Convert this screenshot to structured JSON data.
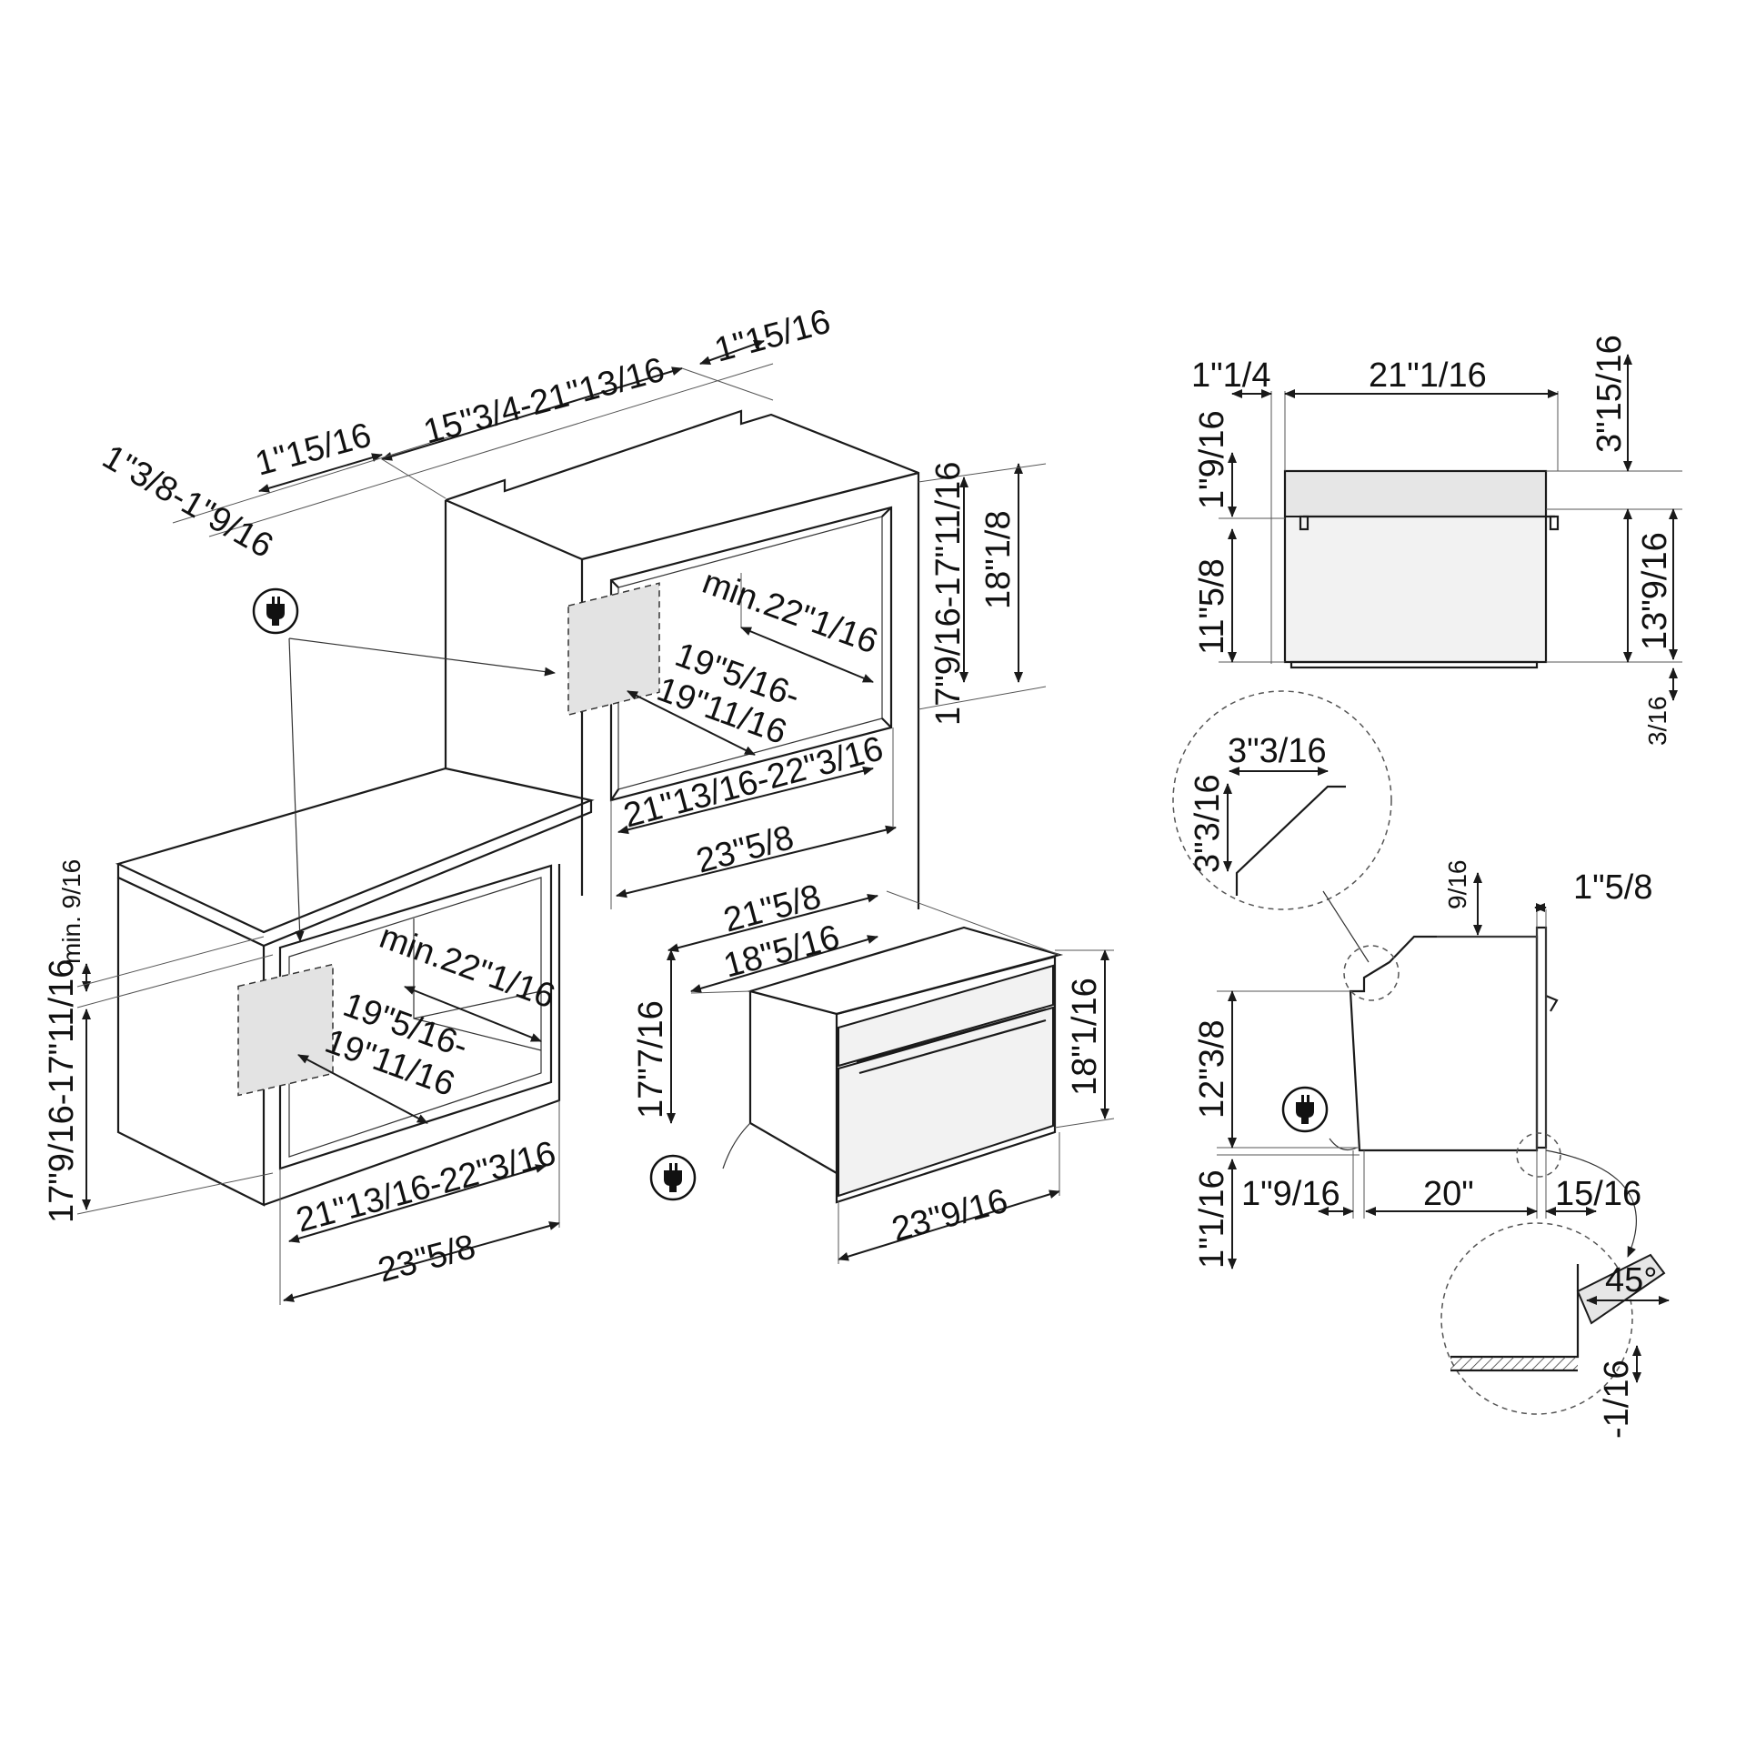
{
  "labels": {
    "top_depth_a": "1\"15/16",
    "top_width_range": "15\"3/4-21\"13/16",
    "top_depth_b": "1\"15/16",
    "top_side_range": "1\"3/8-1\"9/16",
    "upper_h_range": "17\"9/16-17\"11/16",
    "upper_h": "18\"1/8",
    "upper_min_depth": "min.22\"1/16",
    "upper_depth_range_a": "19\"5/16-",
    "upper_depth_range_b": "19\"11/16",
    "upper_w_range": "21\"13/16-22\"3/16",
    "upper_w": "23\"5/8",
    "lower_min": "min. 9/16",
    "lower_h_range": "17\"9/16-17\"11/16",
    "lower_min_depth": "min.22\"1/16",
    "lower_depth_range_a": "19\"5/16-",
    "lower_depth_range_b": "19\"11/16",
    "lower_w_range": "21\"13/16-22\"3/16",
    "lower_w": "23\"5/8",
    "app_depth_total": "21\"5/8",
    "app_depth_body": "18\"5/16",
    "app_body_h": "17\"7/16",
    "app_front_h": "18\"1/16",
    "app_front_w": "23\"9/16",
    "front_side_left": "1\"1/4",
    "front_body_w": "21\"1/16",
    "front_top_gap": "3\"15/16",
    "front_panel_h": "1\"9/16",
    "front_door_h": "11\"5/8",
    "front_total_h": "13\"9/16",
    "front_bottom": "3/16",
    "detail_a_w": "3\"3/16",
    "detail_a_h": "3\"3/16",
    "side_top": "9/16",
    "side_door": "1\"5/8",
    "side_h": "12\"3/8",
    "side_bottom": "1\"1/16",
    "side_front": "1\"9/16",
    "side_depth": "20\"",
    "side_back": "15/16",
    "detail_b_angle": "45°",
    "detail_b_h": "-1/16"
  },
  "icons": [
    "plug-icon",
    "plug-icon",
    "plug-icon",
    "plug-icon"
  ]
}
